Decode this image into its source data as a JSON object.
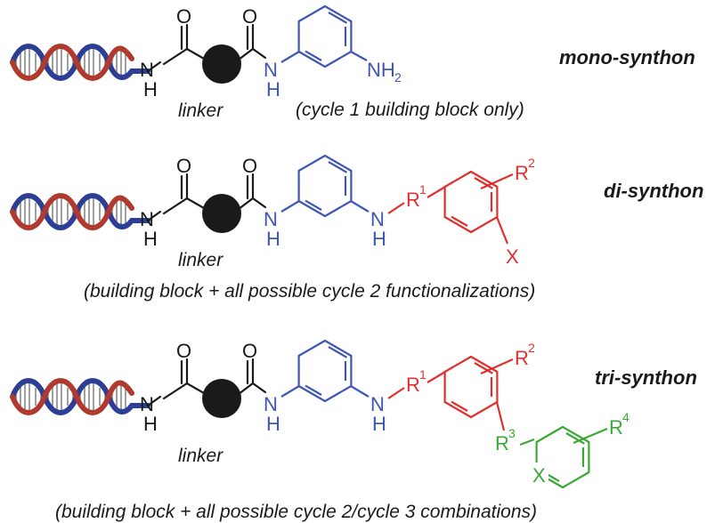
{
  "colors": {
    "black": "#1a1a1a",
    "blue": "#3f56b4",
    "red": "#e0302c",
    "green": "#3ba836",
    "dna_red": "#b03a2e",
    "dna_blue": "#2c3e95"
  },
  "labels": {
    "n": "N",
    "h": "H",
    "o": "O",
    "x": "X",
    "r": "R",
    "nh2_main": "NH",
    "nh2_sub": "2",
    "sup1": "1",
    "sup2": "2",
    "sup3": "3",
    "sup4": "4",
    "linker": "linker"
  },
  "rows": [
    {
      "label": "mono-synthon",
      "caption": "(cycle 1 building block only)"
    },
    {
      "label": "di-synthon",
      "caption": "(building block + all possible cycle 2 functionalizations)"
    },
    {
      "label": "tri-synthon",
      "caption": "(building block + all possible cycle 2/cycle 3 combinations)"
    }
  ]
}
